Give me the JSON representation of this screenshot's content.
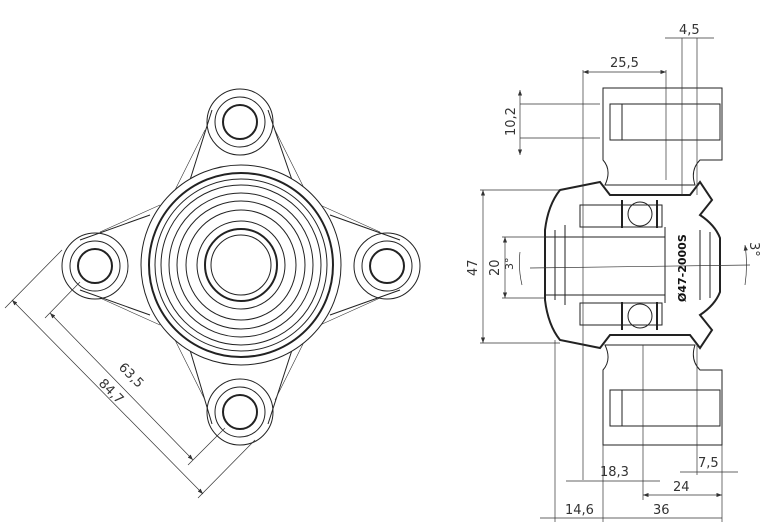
{
  "front_view": {
    "dimensions": {
      "inner_bolt_distance": "63,5",
      "outer_bolt_distance": "84,7"
    }
  },
  "section_view": {
    "dimensions": {
      "top_small": "4,5",
      "top_wide": "25,5",
      "lug_bore": "10,2",
      "outer_height": "47",
      "inner_bore": "20",
      "angle_left": "3°",
      "angle_right": "3°",
      "bottom_a": "18,3",
      "bottom_b": "7,5",
      "bottom_c": "24",
      "bottom_d": "14,6",
      "bottom_e": "36"
    },
    "bearing_marking": "Ø47-2000S"
  }
}
